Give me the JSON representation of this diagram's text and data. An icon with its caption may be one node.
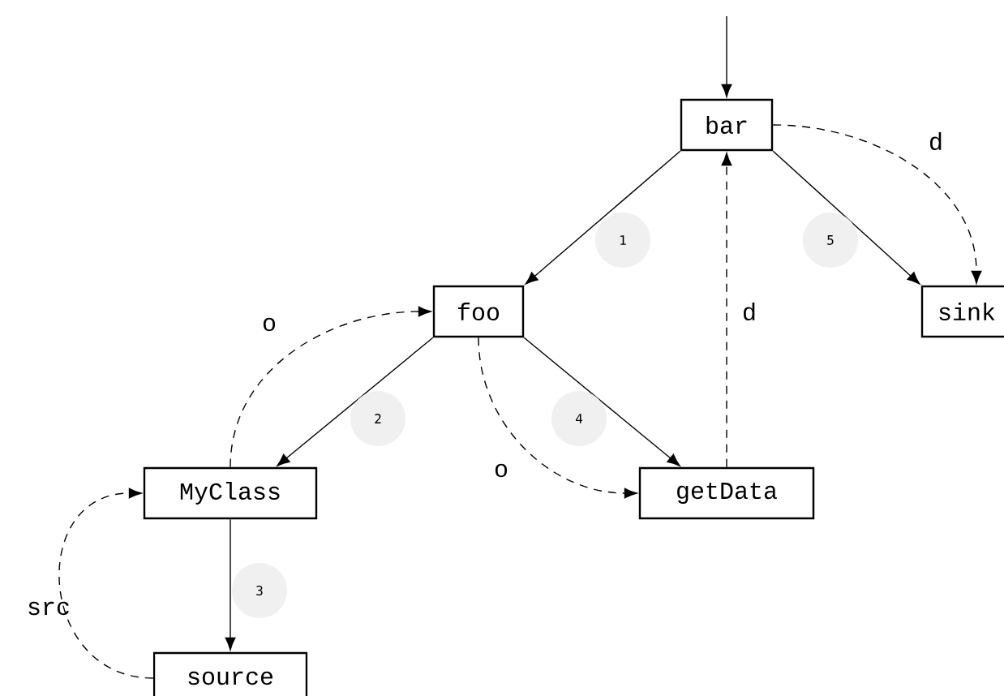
{
  "diagram": {
    "nodes": [
      {
        "text": [
          "bar"
        ]
      },
      {
        "text": [
          "foo"
        ]
      },
      {
        "text": [
          "sink"
        ]
      },
      {
        "text": [
          "MyClass"
        ]
      },
      {
        "text": [
          "getData"
        ]
      },
      {
        "text": [
          "source"
        ]
      }
    ],
    "edges": [
      {
        "from": null,
        "to": 0,
        "arrow": "to"
      },
      {
        "from": 0,
        "to": 1,
        "arrow": "to",
        "label": "1"
      },
      {
        "from": 0,
        "to": 2,
        "arrow": "to",
        "label": "5"
      },
      {
        "from": 0,
        "to": 2,
        "arrow": "to",
        "label": "d",
        "style": "dashed"
      },
      {
        "from": 1,
        "to": 3,
        "arrow": "to",
        "label": "2"
      },
      {
        "from": 1,
        "to": 4,
        "arrow": "to",
        "label": "4"
      },
      {
        "from": 4,
        "to": 0,
        "arrow": "to",
        "label": "d",
        "style": "dashed"
      },
      {
        "from": 3,
        "to": 1,
        "arrow": "to",
        "label": "o",
        "style": "dashed"
      },
      {
        "from": 1,
        "to": 4,
        "arrow": "to",
        "label": "o",
        "style": "dashed"
      },
      {
        "from": 3,
        "to": 5,
        "arrow": "to",
        "label": "3"
      },
      {
        "from": 5,
        "to": 3,
        "arrow": "to",
        "label": "src",
        "style": "dashed"
      }
    ]
  }
}
